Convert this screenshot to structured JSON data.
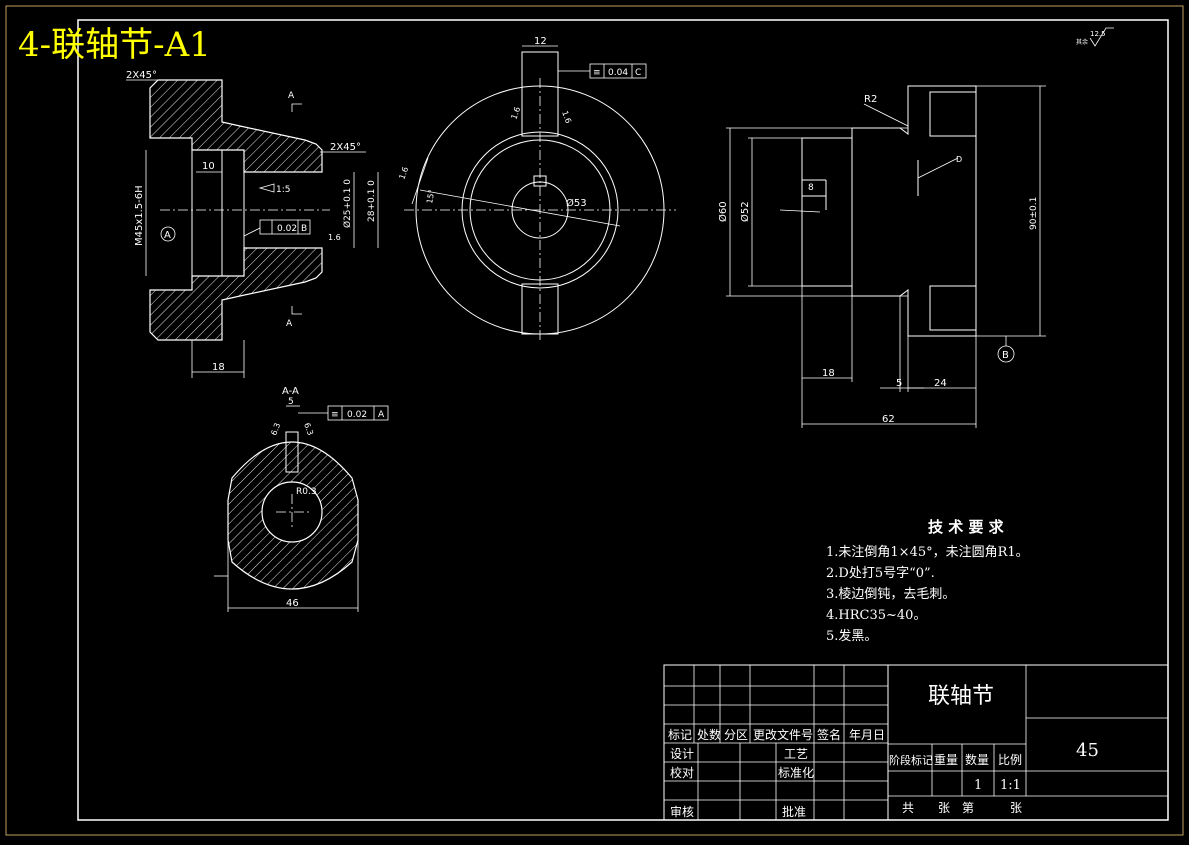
{
  "title": "4-联轴节-A1",
  "colors": {
    "background": "#000000",
    "lines": "#ffffff",
    "title": "#ffff00",
    "frame": "#c0a060"
  },
  "roughness": "12.5",
  "view_front": {
    "chamfer_top": "2X45°",
    "chamfer_mid": "2X45°",
    "section_mark_top": "A",
    "section_mark_bottom": "A",
    "dim_10": "10",
    "dim_18": "18",
    "thread": "M45x1.5-6H",
    "datum_a": "A",
    "taper": "1:5",
    "runout_value": "0.02",
    "runout_datum": "B",
    "roughness_1_6": "1.6",
    "dia_25": "Ø25+0.1 0",
    "dia_28": "28+0.1 0"
  },
  "view_end": {
    "dim_12": "12",
    "sym_value": "0.04",
    "sym_datum": "C",
    "r16_a": "1.6",
    "r16_b": "1.6",
    "r16_c": "1.6",
    "angle_15": "15°",
    "dia_53": "Ø53"
  },
  "view_side": {
    "r2": "R2",
    "dia_60": "Ø60",
    "dia_52": "Ø52",
    "dim_8": "8",
    "dim_18": "18",
    "dim_5": "5",
    "dim_24": "24",
    "dim_62": "62",
    "dim_90": "90±0.1",
    "mark_d": "D",
    "datum_b": "B"
  },
  "section_aa": {
    "label": "A-A",
    "dim_5": "5",
    "sym_value": "0.02",
    "sym_datum": "A",
    "r63_a": "6.3",
    "r63_b": "6.3",
    "r03": "R0.3",
    "dim_46": "46"
  },
  "tech_req": {
    "heading": "技 术 要 求",
    "items": [
      "1.未注倒角1×45°，未注圆角R1。",
      "2.D处打5号字“0”.",
      "3.棱边倒钝，去毛刺。",
      "4.HRC35~40。",
      "5.发黑。"
    ]
  },
  "title_block": {
    "part_name": "联轴节",
    "material": "45",
    "rev_headers": [
      "标记",
      "处数",
      "分区",
      "更改文件号",
      "签名",
      "年月日"
    ],
    "design": "设计",
    "check": "校对",
    "review": "审核",
    "process": "工艺",
    "standard": "标准化",
    "approve": "批准",
    "stage_headers": [
      "阶段标记",
      "重量",
      "数量",
      "比例"
    ],
    "quantity": "1",
    "scale": "1:1",
    "sheet": [
      "共",
      "张",
      "第",
      "张"
    ]
  }
}
